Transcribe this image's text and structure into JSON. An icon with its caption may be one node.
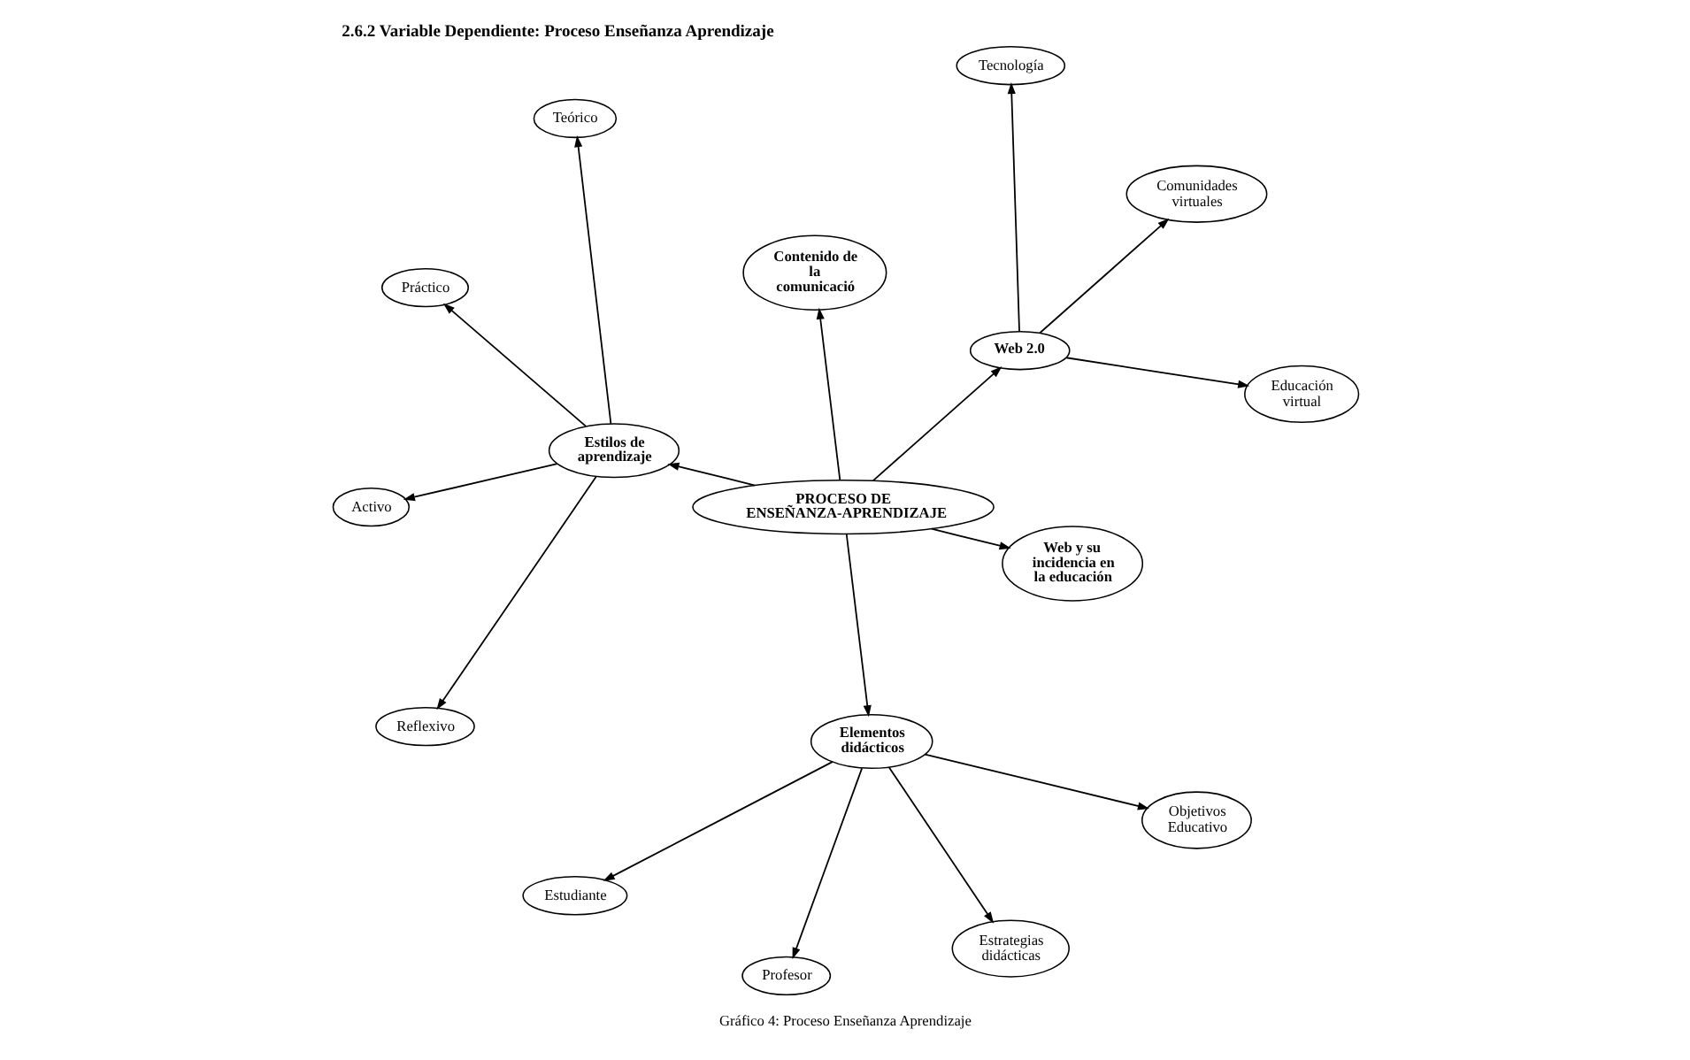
{
  "diagram": {
    "title": "2.6.2 Variable Dependiente: Proceso Enseñanza Aprendizaje",
    "caption": "Gráfico 4: Proceso Enseñanza Aprendizaje",
    "nodes": [
      {
        "text": [
          "PROCESO DE ENSEÑANZA-APRENDIZAJE"
        ]
      },
      {
        "text": [
          "Contenido de la comunicació"
        ]
      },
      {
        "text": [
          "Estilos de aprendizaje"
        ]
      },
      {
        "text": [
          "Teórico"
        ]
      },
      {
        "text": [
          "Práctico"
        ]
      },
      {
        "text": [
          "Activo"
        ]
      },
      {
        "text": [
          "Reflexivo"
        ]
      },
      {
        "text": [
          "Web 2.0"
        ]
      },
      {
        "text": [
          "Tecnología"
        ]
      },
      {
        "text": [
          "Comunidades virtuales"
        ]
      },
      {
        "text": [
          "Educación virtual"
        ]
      },
      {
        "text": [
          "Web y su incidencia en la educación"
        ]
      },
      {
        "text": [
          "Elementos didácticos"
        ]
      },
      {
        "text": [
          "Estudiante"
        ]
      },
      {
        "text": [
          "Profesor"
        ]
      },
      {
        "text": [
          "Estrategias didácticas"
        ]
      },
      {
        "text": [
          "Objetivos Educativo"
        ]
      }
    ],
    "edges": [
      {
        "from": 0,
        "to": 1,
        "arrow": "to"
      },
      {
        "from": 0,
        "to": 7,
        "arrow": "to"
      },
      {
        "from": 0,
        "to": 11,
        "arrow": "to"
      },
      {
        "from": 0,
        "to": 12,
        "arrow": "to"
      },
      {
        "from": 0,
        "to": 2,
        "arrow": "to"
      },
      {
        "from": 2,
        "to": 3,
        "arrow": "to"
      },
      {
        "from": 2,
        "to": 4,
        "arrow": "to"
      },
      {
        "from": 2,
        "to": 5,
        "arrow": "to"
      },
      {
        "from": 2,
        "to": 6,
        "arrow": "to"
      },
      {
        "from": 7,
        "to": 8,
        "arrow": "to"
      },
      {
        "from": 7,
        "to": 9,
        "arrow": "to"
      },
      {
        "from": 7,
        "to": 10,
        "arrow": "to"
      },
      {
        "from": 12,
        "to": 13,
        "arrow": "to"
      },
      {
        "from": 12,
        "to": 14,
        "arrow": "to"
      },
      {
        "from": 12,
        "to": 15,
        "arrow": "to"
      },
      {
        "from": 12,
        "to": 16,
        "arrow": "to"
      }
    ]
  }
}
